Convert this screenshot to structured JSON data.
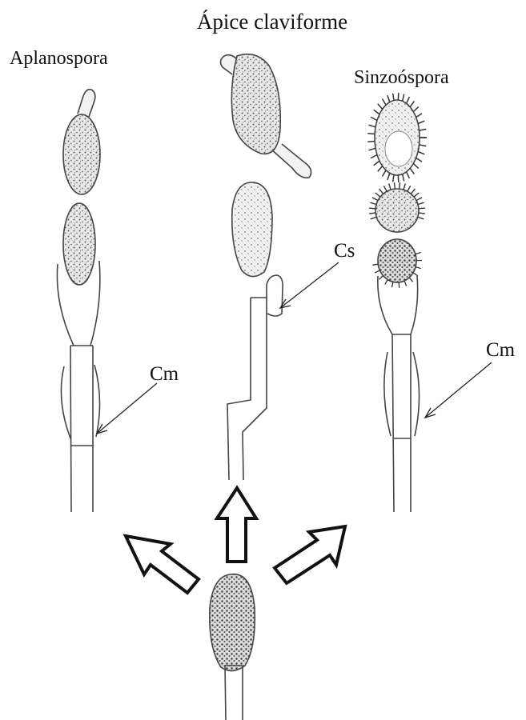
{
  "labels": {
    "title": "Ápice claviforme",
    "aplanospora": "Aplanospora",
    "sinzoospora": "Sinzoóspora",
    "cs": "Cs",
    "cm_left": "Cm",
    "cm_right": "Cm"
  },
  "colors": {
    "ink": "#111111",
    "stroke": "#444444",
    "cell_fill": "#e6e6e6",
    "stipple": "#555555",
    "arrow_fill": "#ffffff"
  }
}
